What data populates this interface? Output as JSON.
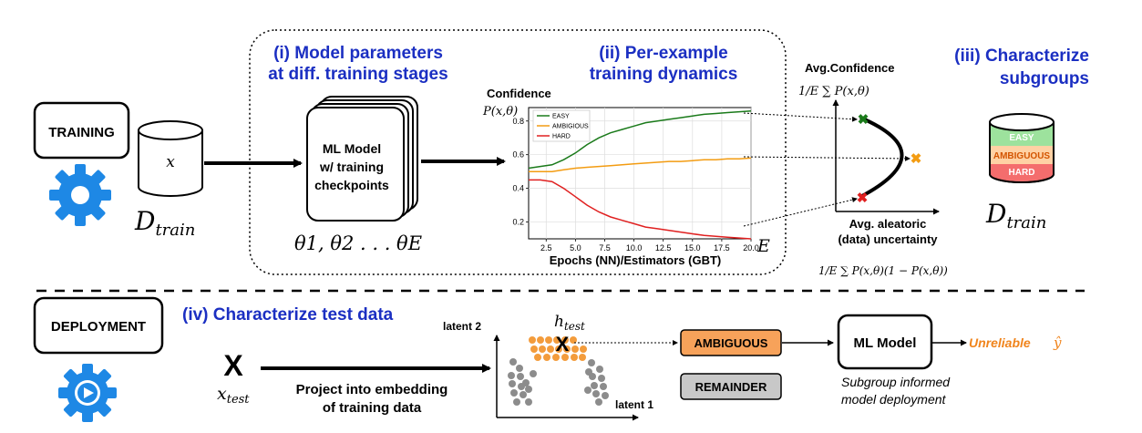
{
  "top": {
    "training_label": "TRAINING",
    "data_symbol": "x",
    "d_train_left": "D",
    "d_train_left_sub": "train",
    "model_lines": [
      "ML Model",
      "w/ training",
      "checkpoints"
    ],
    "theta_caption": "θ1, θ2 . . . θE",
    "step1": [
      "(i) Model parameters",
      "at diff. training stages"
    ],
    "step2": [
      "(ii) Per-example",
      "training dynamics"
    ],
    "step3": [
      "(iii) Characterize",
      "subgroups"
    ],
    "avg_conf_label": "Avg.Confidence",
    "avg_conf_formula": "1/E ∑ P(x,θ)",
    "avg_unc_label": [
      "Avg. aleatoric",
      "(data) uncertainty"
    ],
    "avg_unc_formula": "1/E ∑ P(x,θ)(1 − P(x,θ))",
    "cylinder_bands": [
      "EASY",
      "AMBIGUOUS",
      "HARD"
    ],
    "d_train_right": "D",
    "d_train_right_sub": "train",
    "colors": {
      "easy": "#1a7a1a",
      "ambiguous": "#f39c12",
      "hard": "#e02020",
      "gear": "#1e88e5",
      "title_blue": "#1b2fc2"
    }
  },
  "chart_data": {
    "type": "line",
    "ylabel": "Confidence",
    "ylabel_formula": "P(x,θ)",
    "xlabel": "Epochs (NN)/Estimators (GBT)",
    "x_end_label": "E",
    "xlim": [
      1,
      20
    ],
    "ylim": [
      0.1,
      0.88
    ],
    "xticks": [
      2.5,
      5.0,
      7.5,
      10.0,
      12.5,
      15.0,
      17.5,
      20.0
    ],
    "xtick_labels": [
      "2.5",
      "5.0",
      "7.5",
      "10.0",
      "12.5",
      "15.0",
      "17.5",
      "20.0"
    ],
    "yticks": [
      0.2,
      0.4,
      0.6,
      0.8
    ],
    "ytick_labels": [
      "0.2",
      "0.4",
      "0.6",
      "0.8"
    ],
    "legend": [
      "EASY",
      "AMBIGIOUS",
      "HARD"
    ],
    "series": [
      {
        "name": "EASY",
        "color": "#1a7a1a",
        "x": [
          1,
          2,
          3,
          4,
          5,
          6,
          7,
          8,
          9,
          10,
          11,
          12,
          13,
          14,
          15,
          16,
          17,
          18,
          19,
          20
        ],
        "values": [
          0.52,
          0.53,
          0.54,
          0.57,
          0.61,
          0.66,
          0.7,
          0.73,
          0.75,
          0.77,
          0.79,
          0.8,
          0.81,
          0.82,
          0.83,
          0.84,
          0.845,
          0.85,
          0.855,
          0.86
        ]
      },
      {
        "name": "AMBIGIOUS",
        "color": "#f39c12",
        "x": [
          1,
          2,
          3,
          4,
          5,
          6,
          7,
          8,
          9,
          10,
          11,
          12,
          13,
          14,
          15,
          16,
          17,
          18,
          19,
          20
        ],
        "values": [
          0.5,
          0.5,
          0.5,
          0.51,
          0.52,
          0.525,
          0.53,
          0.535,
          0.54,
          0.545,
          0.55,
          0.555,
          0.56,
          0.56,
          0.565,
          0.57,
          0.57,
          0.575,
          0.575,
          0.58
        ]
      },
      {
        "name": "HARD",
        "color": "#e02020",
        "x": [
          1,
          2,
          3,
          4,
          5,
          6,
          7,
          8,
          9,
          10,
          11,
          12,
          13,
          14,
          15,
          16,
          17,
          18,
          19,
          20
        ],
        "values": [
          0.45,
          0.45,
          0.44,
          0.4,
          0.35,
          0.3,
          0.26,
          0.23,
          0.21,
          0.19,
          0.17,
          0.16,
          0.15,
          0.14,
          0.13,
          0.12,
          0.115,
          0.11,
          0.105,
          0.1
        ]
      }
    ]
  },
  "bottom": {
    "deployment_label": "DEPLOYMENT",
    "step4": "(iv) Characterize test data",
    "x_mark": "X",
    "x_test": "x",
    "x_test_sub": "test",
    "project_lines": [
      "Project into embedding",
      "of training data"
    ],
    "latent2": "latent 2",
    "latent1": "latent 1",
    "h_test": "h",
    "h_test_sub": "test",
    "ambiguous_box": "AMBIGUOUS",
    "remainder_box": "REMAINDER",
    "ml_model_box": "ML Model",
    "unreliable": "Unreliable",
    "y_hat": "ŷ",
    "informed_lines": [
      "Subgroup informed",
      "model deployment"
    ]
  }
}
